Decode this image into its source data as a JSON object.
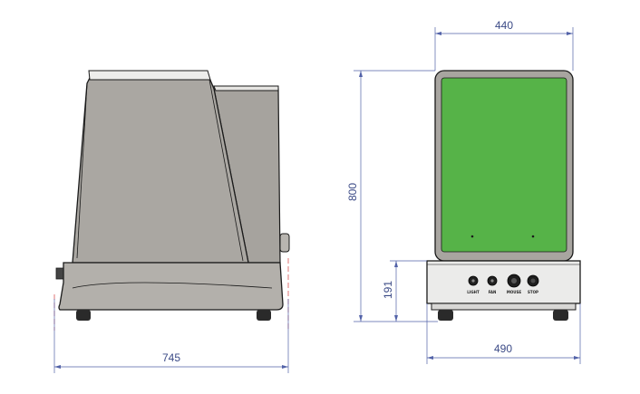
{
  "dimensions": {
    "side_width": "745",
    "front_width_top": "440",
    "front_height_total": "800",
    "front_base_height": "191",
    "front_base_width": "490"
  },
  "front_panel": {
    "buttons": [
      "LIGHT",
      "FAN",
      "MOUSE",
      "STOP"
    ]
  },
  "colors": {
    "body_gray": "#a9a6a1",
    "screen_green": "#56b348",
    "dimension_line": "#5262a8",
    "centerline_red": "#d23a3a"
  }
}
